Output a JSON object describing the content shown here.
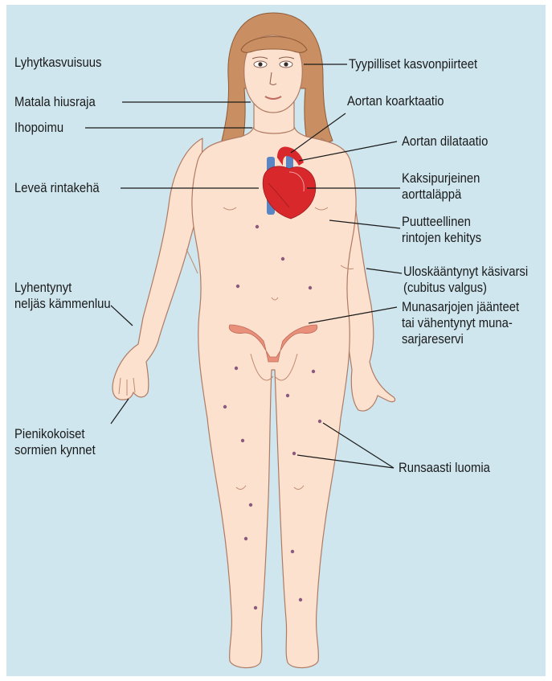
{
  "colors": {
    "background": "#cfe6ee",
    "frame": "#ffffff",
    "skin": "#fce1cf",
    "skin_outline": "#b07a62",
    "hair": "#c98f62",
    "hair_outline": "#8f5a36",
    "mole": "#8a5a7a",
    "leader_line": "#1a1a1a",
    "heart_red": "#d8282c",
    "heart_blue": "#5b86c4",
    "ovary": "#e8907a"
  },
  "labels": {
    "short_stature": "Lyhytkasvuisuus",
    "low_hairline": "Matala hiusraja",
    "webbed_neck": "Ihopoimu",
    "broad_chest": "Leveä rintakehä",
    "short_metacarpal": [
      "Lyhentynyt",
      "neljäs kämmenluu"
    ],
    "small_nails": [
      "Pienikokoiset",
      "sormien kynnet"
    ],
    "typical_face": "Tyypilliset kasvonpiirteet",
    "coarctation": "Aortan koarktaatio",
    "aortic_dilatation": "Aortan dilataatio",
    "bicuspid_valve": [
      "Kaksipurjeinen",
      "aorttaläppä"
    ],
    "breast_development": [
      "Puutteellinen",
      "rintojen kehitys"
    ],
    "cubitus_valgus": [
      "Uloskääntynyt käsivarsi",
      "(cubitus valgus)"
    ],
    "ovaries": [
      "Munasarjojen jäänteet",
      "tai vähentynyt muna-",
      "sarjareservi"
    ],
    "moles": "Runsaasti luomia"
  }
}
